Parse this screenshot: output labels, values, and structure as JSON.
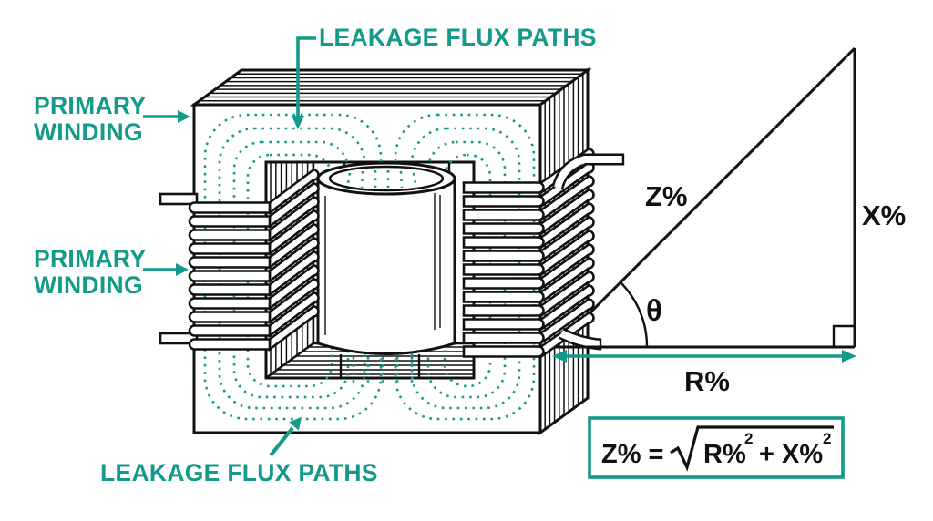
{
  "colors": {
    "accent": "#149a8a",
    "ink": "#111111",
    "background": "#ffffff"
  },
  "labels": {
    "leakage_flux_top": "LEAKAGE FLUX PATHS",
    "leakage_flux_bottom": "LEAKAGE FLUX PATHS",
    "primary_winding_top": [
      "PRIMARY",
      "WINDING"
    ],
    "primary_winding_bottom": [
      "PRIMARY",
      "WINDING"
    ]
  },
  "impedance_triangle": {
    "hypotenuse_label": "Z%",
    "vertical_label": "X%",
    "horizontal_label": "R%",
    "angle_label": "θ"
  },
  "formula": {
    "plain_text": "Z% = √(R%² + X%²)",
    "lhs": "Z% =",
    "radicand_first": "R%",
    "superscript_first": "2",
    "operator": "+",
    "radicand_second": "X%",
    "superscript_second": "2"
  },
  "diagram": {
    "left_coil_turns": 11,
    "right_coil_turns": 13,
    "flux_loops_per_side": 4
  }
}
